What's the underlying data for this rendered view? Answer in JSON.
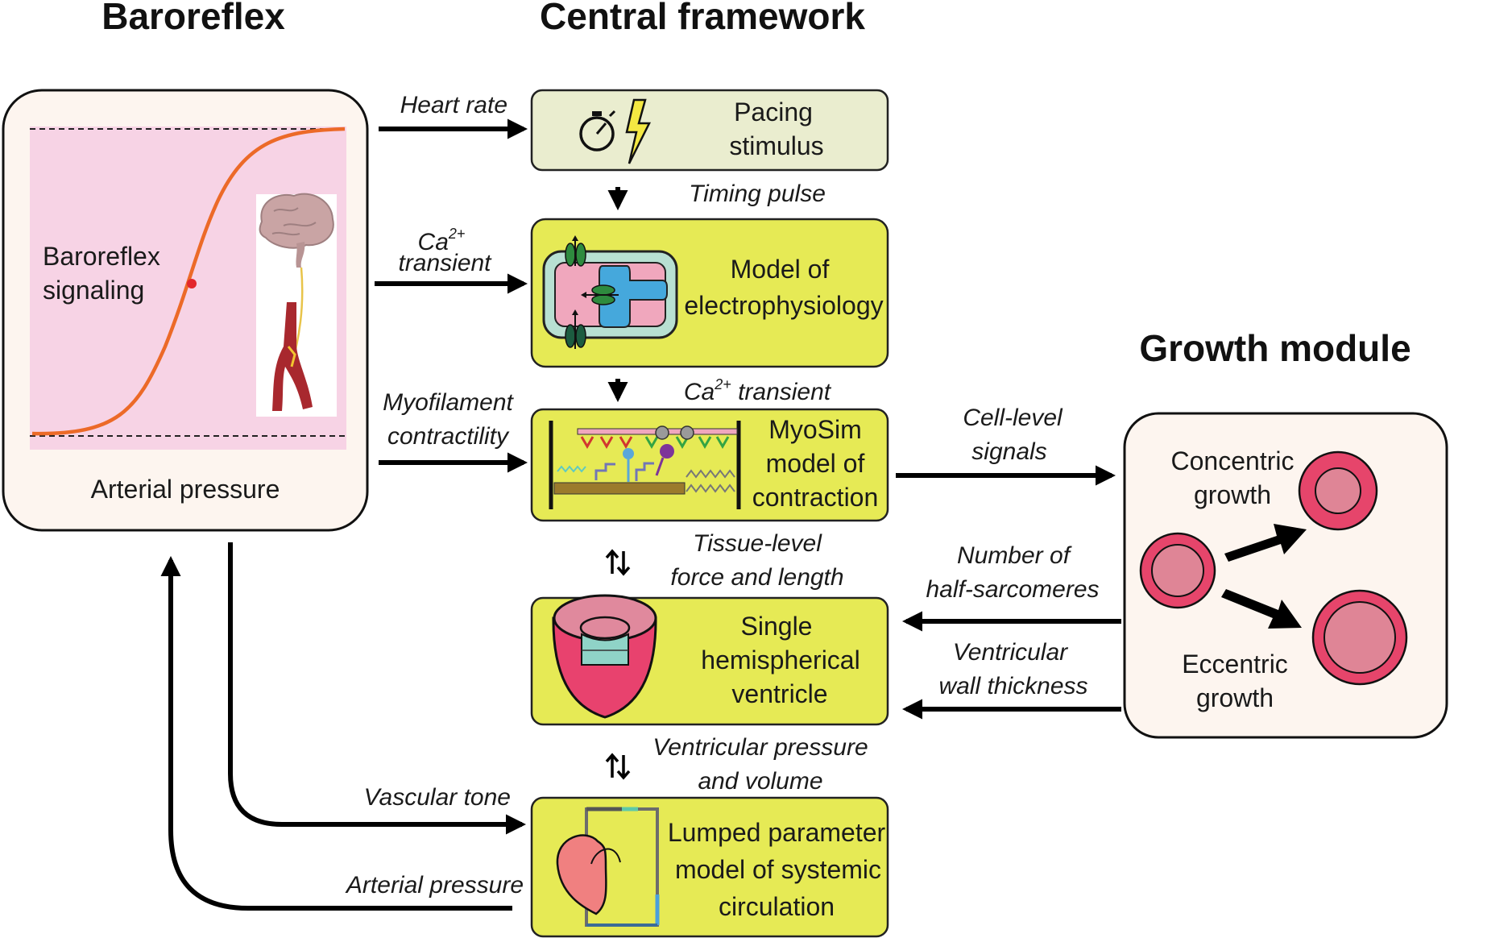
{
  "headings": {
    "baroreflex": "Baroreflex",
    "central": "Central framework",
    "growth": "Growth module"
  },
  "baroreflex_panel": {
    "label_line1": "Baroreflex",
    "label_line2": "signaling",
    "xaxis": "Arterial pressure"
  },
  "central_boxes": {
    "pacing": [
      "Pacing",
      "stimulus"
    ],
    "electrophysiology": [
      "Model of",
      "electrophysiology"
    ],
    "myosim": [
      "MyoSim",
      "model of",
      "contraction"
    ],
    "ventricle": [
      "Single",
      "hemispherical",
      "ventricle"
    ],
    "circulation": [
      "Lumped parameter",
      "model of systemic",
      "circulation"
    ]
  },
  "arrow_labels": {
    "heart_rate": "Heart rate",
    "ca_base": "Ca",
    "ca_sup": "2+",
    "transient": "transient",
    "myofilament": [
      "Myofilament",
      "contractility"
    ],
    "vascular_tone": "Vascular tone",
    "arterial_pressure": "Arterial pressure",
    "timing_pulse": "Timing pulse",
    "ca_transient_tail": " transient",
    "tissue_level": [
      "Tissue-level",
      "force and length"
    ],
    "ventricular_pv": [
      "Ventricular pressure",
      "and volume"
    ],
    "cell_level": [
      "Cell-level",
      "signals"
    ],
    "half_sarcomeres": [
      "Number of",
      "half-sarcomeres"
    ],
    "wall_thickness": [
      "Ventricular",
      "wall thickness"
    ]
  },
  "growth_panel": {
    "concentric": [
      "Concentric",
      "growth"
    ],
    "eccentric": [
      "Eccentric",
      "growth"
    ]
  },
  "colors": {
    "pink_plot": "#f7d3e5",
    "panel_bg": "#fdf5ef",
    "pacing_box": "#eaedcf",
    "model_box": "#e6ea55",
    "curve": "#ec6a28",
    "cell_pink": "#e6456b",
    "cell_inner": "#df8596"
  }
}
